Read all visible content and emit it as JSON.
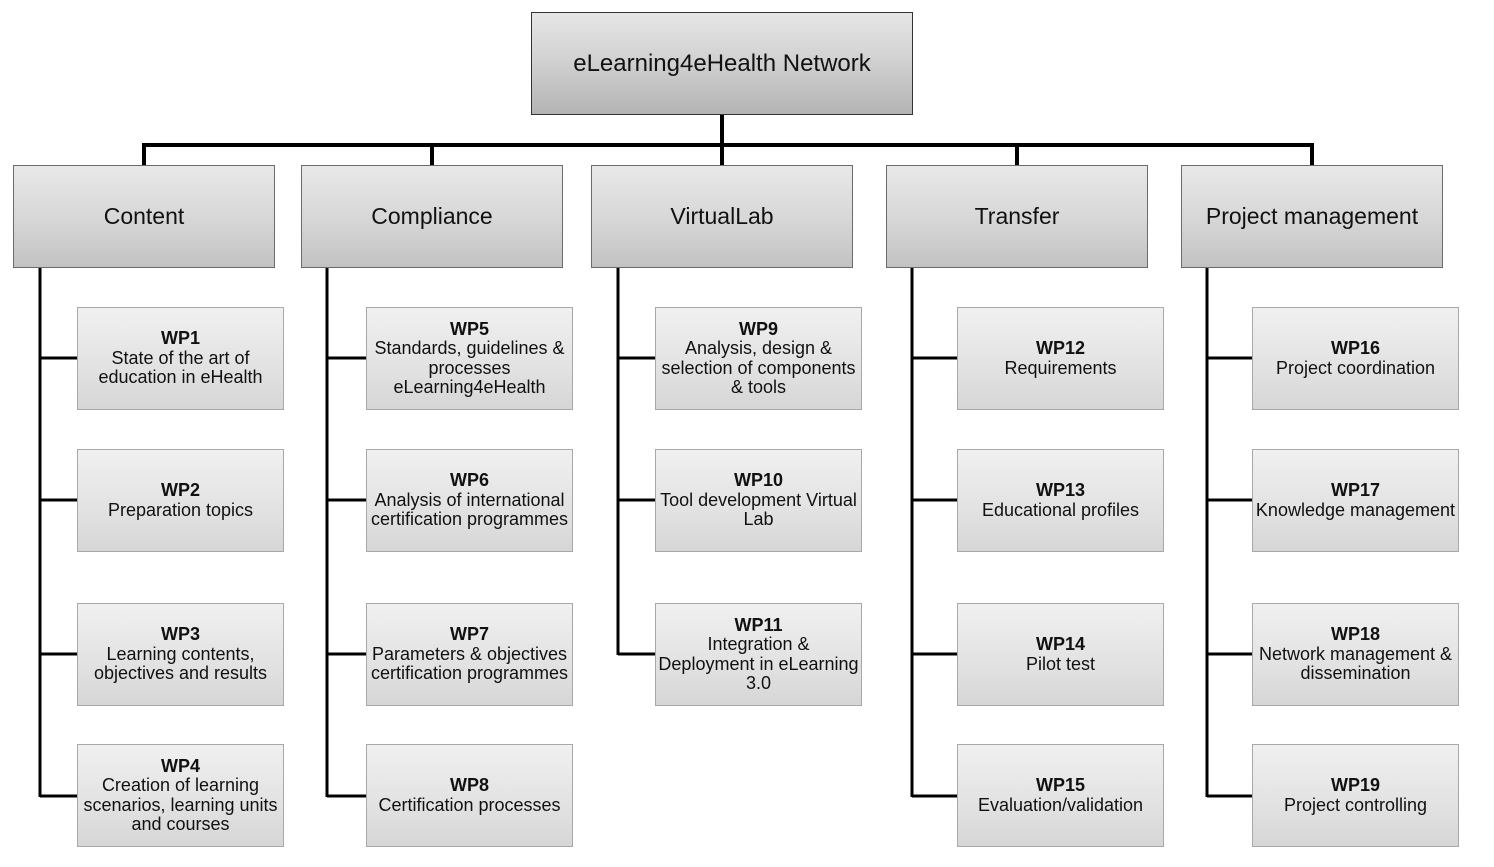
{
  "root": {
    "title": "eLearning4eHealth Network"
  },
  "categories": [
    {
      "label": "Content",
      "workpackages": [
        {
          "id": "WP1",
          "description": "State of the art of education in eHealth"
        },
        {
          "id": "WP2",
          "description": "Preparation topics"
        },
        {
          "id": "WP3",
          "description": "Learning contents, objectives and results"
        },
        {
          "id": "WP4",
          "description": "Creation of learning scenarios, learning units and courses"
        }
      ]
    },
    {
      "label": "Compliance",
      "workpackages": [
        {
          "id": "WP5",
          "description": "Standards, guidelines & processes eLearning4eHealth"
        },
        {
          "id": "WP6",
          "description": "Analysis of international certification programmes"
        },
        {
          "id": "WP7",
          "description": "Parameters & objectives certification programmes"
        },
        {
          "id": "WP8",
          "description": "Certification processes"
        }
      ]
    },
    {
      "label": "VirtualLab",
      "workpackages": [
        {
          "id": "WP9",
          "description": "Analysis, design & selection of components & tools"
        },
        {
          "id": "WP10",
          "description": "Tool development Virtual Lab"
        },
        {
          "id": "WP11",
          "description": "Integration & Deployment in eLearning 3.0"
        }
      ]
    },
    {
      "label": "Transfer",
      "workpackages": [
        {
          "id": "WP12",
          "description": "Requirements"
        },
        {
          "id": "WP13",
          "description": "Educational profiles"
        },
        {
          "id": "WP14",
          "description": "Pilot test"
        },
        {
          "id": "WP15",
          "description": "Evaluation/validation"
        }
      ]
    },
    {
      "label": "Project management",
      "workpackages": [
        {
          "id": "WP16",
          "description": "Project coordination"
        },
        {
          "id": "WP17",
          "description": "Knowledge management"
        },
        {
          "id": "WP18",
          "description": "Network management & dissemination"
        },
        {
          "id": "WP19",
          "description": "Project controlling"
        }
      ]
    }
  ]
}
